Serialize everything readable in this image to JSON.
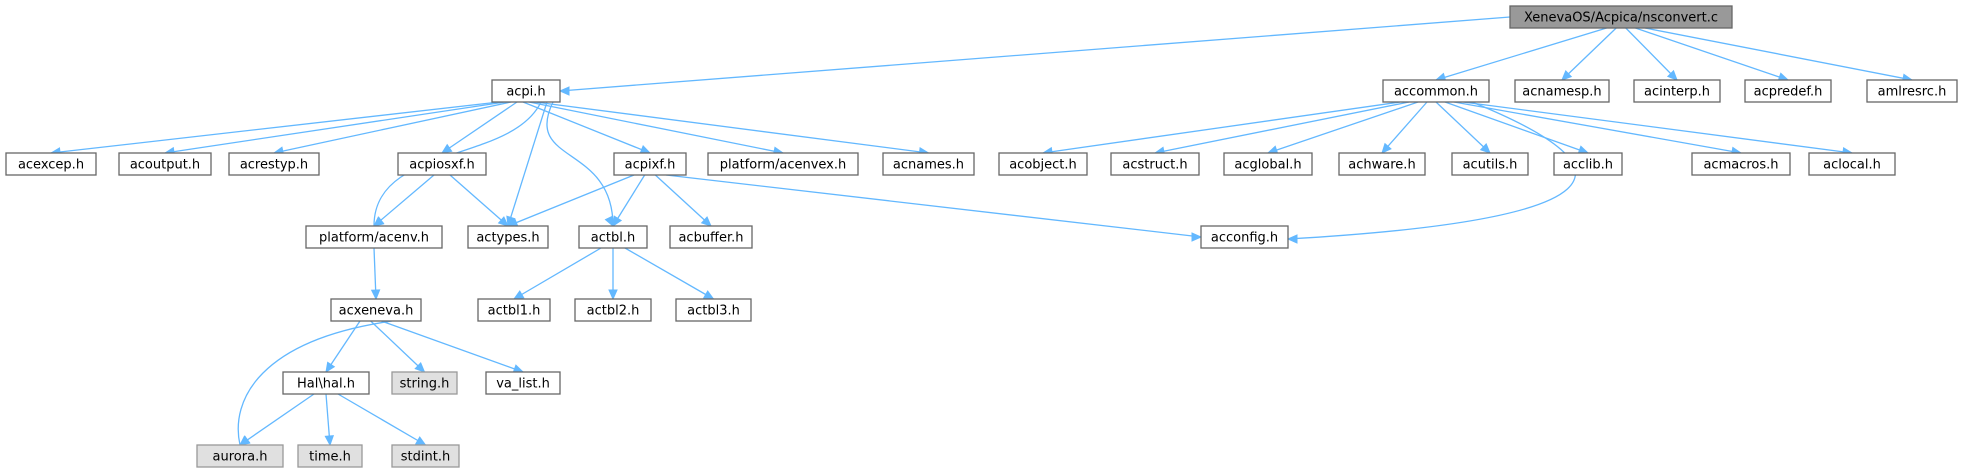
{
  "graph": {
    "nodes": [
      {
        "id": "root",
        "label": "XenevaOS/Acpica/nsconvert.c",
        "style": "root"
      },
      {
        "id": "acpi",
        "label": "acpi.h",
        "style": "normal"
      },
      {
        "id": "accommon",
        "label": "accommon.h",
        "style": "normal"
      },
      {
        "id": "acnamesp",
        "label": "acnamesp.h",
        "style": "normal"
      },
      {
        "id": "acinterp",
        "label": "acinterp.h",
        "style": "normal"
      },
      {
        "id": "acpredef",
        "label": "acpredef.h",
        "style": "normal"
      },
      {
        "id": "amlresrc",
        "label": "amlresrc.h",
        "style": "normal"
      },
      {
        "id": "acexcep",
        "label": "acexcep.h",
        "style": "normal"
      },
      {
        "id": "acoutput",
        "label": "acoutput.h",
        "style": "normal"
      },
      {
        "id": "acrestyp",
        "label": "acrestyp.h",
        "style": "normal"
      },
      {
        "id": "acpiosxf",
        "label": "acpiosxf.h",
        "style": "normal"
      },
      {
        "id": "acpixf",
        "label": "acpixf.h",
        "style": "normal"
      },
      {
        "id": "acenvex",
        "label": "platform/acenvex.h",
        "style": "normal"
      },
      {
        "id": "acnames",
        "label": "acnames.h",
        "style": "normal"
      },
      {
        "id": "acobject",
        "label": "acobject.h",
        "style": "normal"
      },
      {
        "id": "acstruct",
        "label": "acstruct.h",
        "style": "normal"
      },
      {
        "id": "acglobal",
        "label": "acglobal.h",
        "style": "normal"
      },
      {
        "id": "achware",
        "label": "achware.h",
        "style": "normal"
      },
      {
        "id": "acutils",
        "label": "acutils.h",
        "style": "normal"
      },
      {
        "id": "acclib",
        "label": "acclib.h",
        "style": "normal"
      },
      {
        "id": "acmacros",
        "label": "acmacros.h",
        "style": "normal"
      },
      {
        "id": "aclocal",
        "label": "aclocal.h",
        "style": "normal"
      },
      {
        "id": "acenv",
        "label": "platform/acenv.h",
        "style": "normal"
      },
      {
        "id": "actypes",
        "label": "actypes.h",
        "style": "normal"
      },
      {
        "id": "actbl",
        "label": "actbl.h",
        "style": "normal"
      },
      {
        "id": "acbuffer",
        "label": "acbuffer.h",
        "style": "normal"
      },
      {
        "id": "acconfig",
        "label": "acconfig.h",
        "style": "normal"
      },
      {
        "id": "acxeneva",
        "label": "acxeneva.h",
        "style": "normal"
      },
      {
        "id": "actbl1",
        "label": "actbl1.h",
        "style": "normal"
      },
      {
        "id": "actbl2",
        "label": "actbl2.h",
        "style": "normal"
      },
      {
        "id": "actbl3",
        "label": "actbl3.h",
        "style": "normal"
      },
      {
        "id": "hal",
        "label": "Hal\\hal.h",
        "style": "normal"
      },
      {
        "id": "string",
        "label": "string.h",
        "style": "system"
      },
      {
        "id": "valist",
        "label": "va_list.h",
        "style": "normal"
      },
      {
        "id": "aurora",
        "label": "aurora.h",
        "style": "system"
      },
      {
        "id": "time",
        "label": "time.h",
        "style": "system"
      },
      {
        "id": "stdint",
        "label": "stdint.h",
        "style": "system"
      }
    ],
    "edges": [
      [
        "root",
        "acpi"
      ],
      [
        "root",
        "accommon"
      ],
      [
        "root",
        "acnamesp"
      ],
      [
        "root",
        "acinterp"
      ],
      [
        "root",
        "acpredef"
      ],
      [
        "root",
        "amlresrc"
      ],
      [
        "acpi",
        "acexcep"
      ],
      [
        "acpi",
        "acoutput"
      ],
      [
        "acpi",
        "acrestyp"
      ],
      [
        "acpi",
        "acpiosxf"
      ],
      [
        "acpi",
        "acpixf"
      ],
      [
        "acpi",
        "acenvex"
      ],
      [
        "acpi",
        "acnames"
      ],
      [
        "acpi",
        "acenv"
      ],
      [
        "acpi",
        "actypes"
      ],
      [
        "acpi",
        "actbl"
      ],
      [
        "acpiosxf",
        "acenv"
      ],
      [
        "acpiosxf",
        "actypes"
      ],
      [
        "acpixf",
        "actypes"
      ],
      [
        "acpixf",
        "actbl"
      ],
      [
        "acpixf",
        "acbuffer"
      ],
      [
        "acpixf",
        "acconfig"
      ],
      [
        "accommon",
        "acobject"
      ],
      [
        "accommon",
        "acstruct"
      ],
      [
        "accommon",
        "acglobal"
      ],
      [
        "accommon",
        "achware"
      ],
      [
        "accommon",
        "acutils"
      ],
      [
        "accommon",
        "acclib"
      ],
      [
        "accommon",
        "acmacros"
      ],
      [
        "accommon",
        "aclocal"
      ],
      [
        "accommon",
        "acconfig"
      ],
      [
        "acenv",
        "acxeneva"
      ],
      [
        "actbl",
        "actbl1"
      ],
      [
        "actbl",
        "actbl2"
      ],
      [
        "actbl",
        "actbl3"
      ],
      [
        "acxeneva",
        "hal"
      ],
      [
        "acxeneva",
        "string"
      ],
      [
        "acxeneva",
        "valist"
      ],
      [
        "acxeneva",
        "aurora"
      ],
      [
        "hal",
        "aurora"
      ],
      [
        "hal",
        "time"
      ],
      [
        "hal",
        "stdint"
      ]
    ]
  }
}
